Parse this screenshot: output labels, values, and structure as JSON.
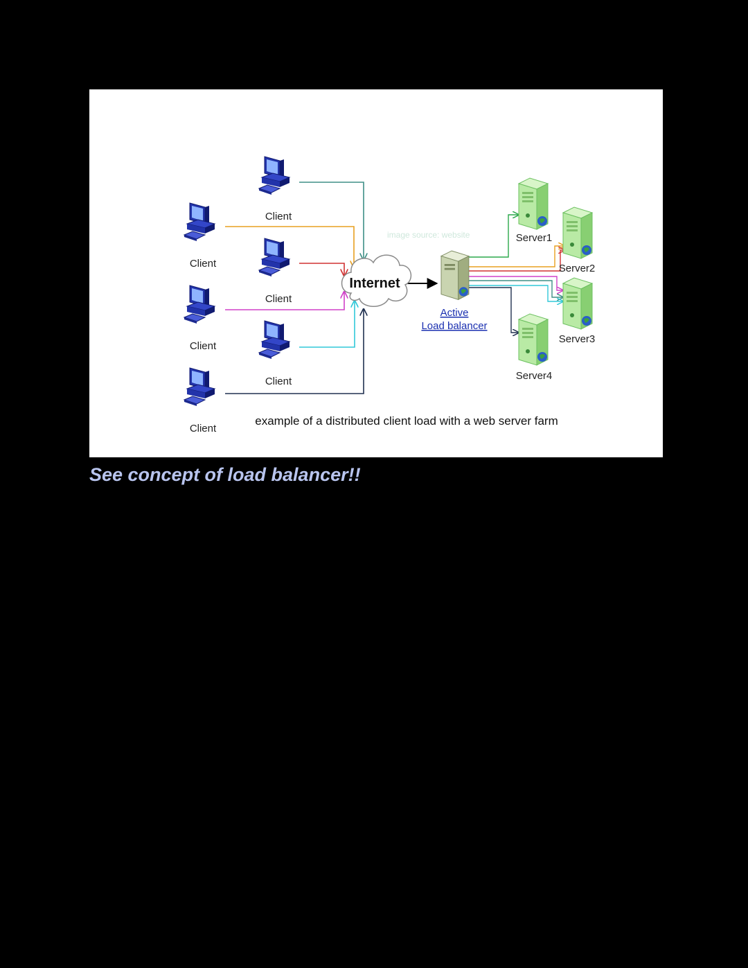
{
  "diagram": {
    "client_label": "Client",
    "internet_label": "Internet",
    "balancer_label_1": "Active",
    "balancer_label_2": "Load balancer",
    "servers": [
      "Server1",
      "Server2",
      "Server3",
      "Server4"
    ],
    "caption": "example of a distributed client load with a web server farm",
    "connection_colors": {
      "teal": "#3e8f86",
      "orange": "#e8a020",
      "red": "#d03030",
      "magenta": "#d040c8",
      "cyan": "#30c8d8",
      "navy": "#203050",
      "green": "#2aa84a"
    }
  },
  "link_text": "See concept of load balancer!!"
}
